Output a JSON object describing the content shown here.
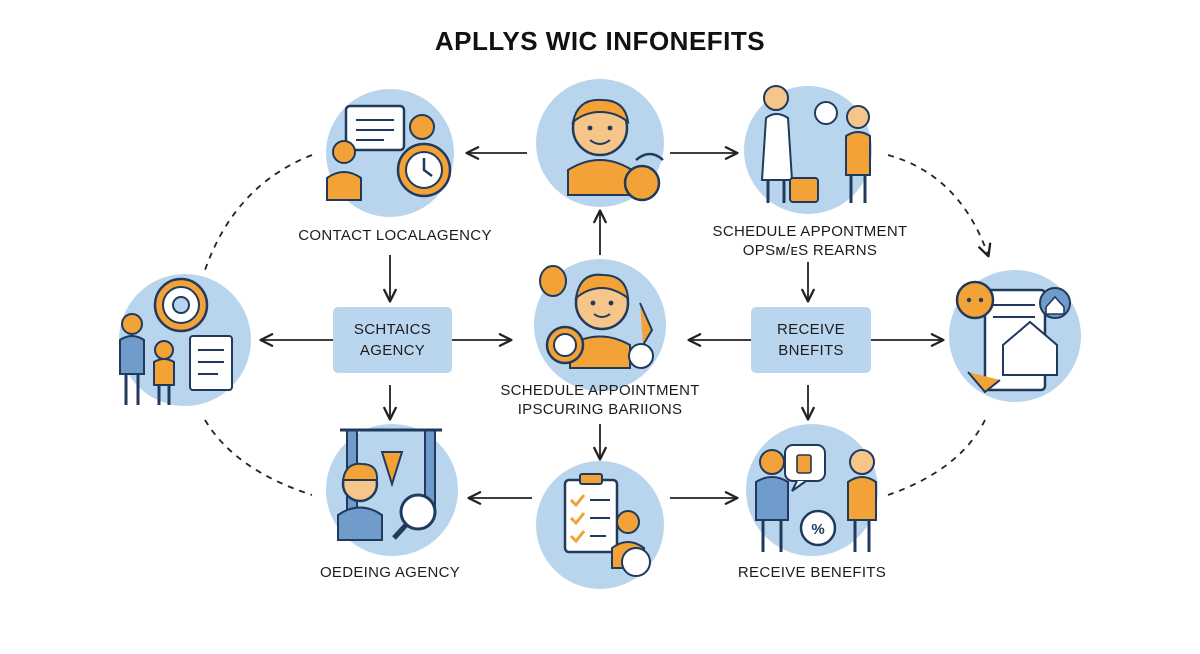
{
  "title": "APLLYS WIC INFONEFITS",
  "labels": {
    "contact_local_agency": "CONTACT LOCALAGENCY",
    "schedule_right_line1": "SCHEDULE APPONTMENT",
    "schedule_right_line2": "OPSᴍ/ᴇs  REARNS",
    "schedule_center_line1": "SCHEDULE APPOINTMENT",
    "schedule_center_line2": "IPSCURING BARIIONS",
    "oedeing_agency": "OEDEING AGENCY",
    "receive_benefits_bottom": "RECEIVE BENEFITS"
  },
  "boxes": {
    "left_line1": "SCHTAICS",
    "left_line2": "AGENCY",
    "right_line1": "RECEIVE",
    "right_line2": "BNEFITS"
  },
  "colors": {
    "circle_fill": "#b9d5ee",
    "box_fill": "#bad6ef",
    "accent_orange": "#f2a236",
    "outline": "#1f3a5c",
    "text": "#1c1c1c"
  },
  "icons": [
    "checklist-clock-icon",
    "child-face-icon",
    "family-icon",
    "gear-family-icon",
    "mother-child-fruit-icon",
    "house-document-icon",
    "grocery-search-icon",
    "clipboard-checklist-icon",
    "benefits-discount-icon"
  ]
}
